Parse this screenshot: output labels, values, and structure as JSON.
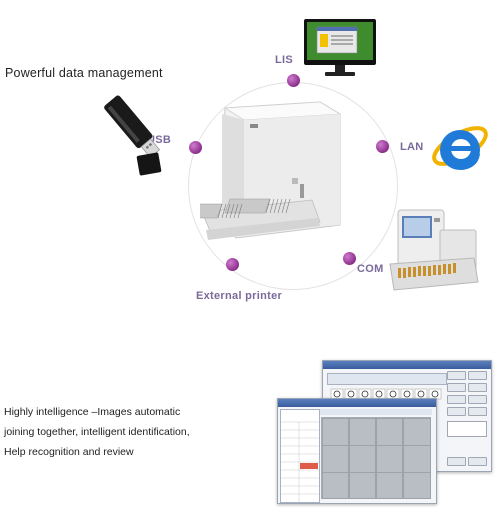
{
  "headline": "Powerful data management",
  "connections": {
    "lis": "LIS",
    "usb": "USB",
    "lan": "LAN",
    "com": "COM",
    "printer": "External printer"
  },
  "feature_text": {
    "line1": "Highly intelligence  –Images automatic",
    "line2": "joining together, intelligent identification,",
    "line3": "Help recognition and review"
  },
  "colors": {
    "label": "#7a6a9a",
    "dot": "#9b3a9b",
    "ie_blue": "#1f7ad8"
  },
  "icons": [
    "usb-drive-icon",
    "monitor-icon",
    "internet-explorer-icon",
    "analyzer-icon",
    "secondary-analyzer-icon"
  ]
}
